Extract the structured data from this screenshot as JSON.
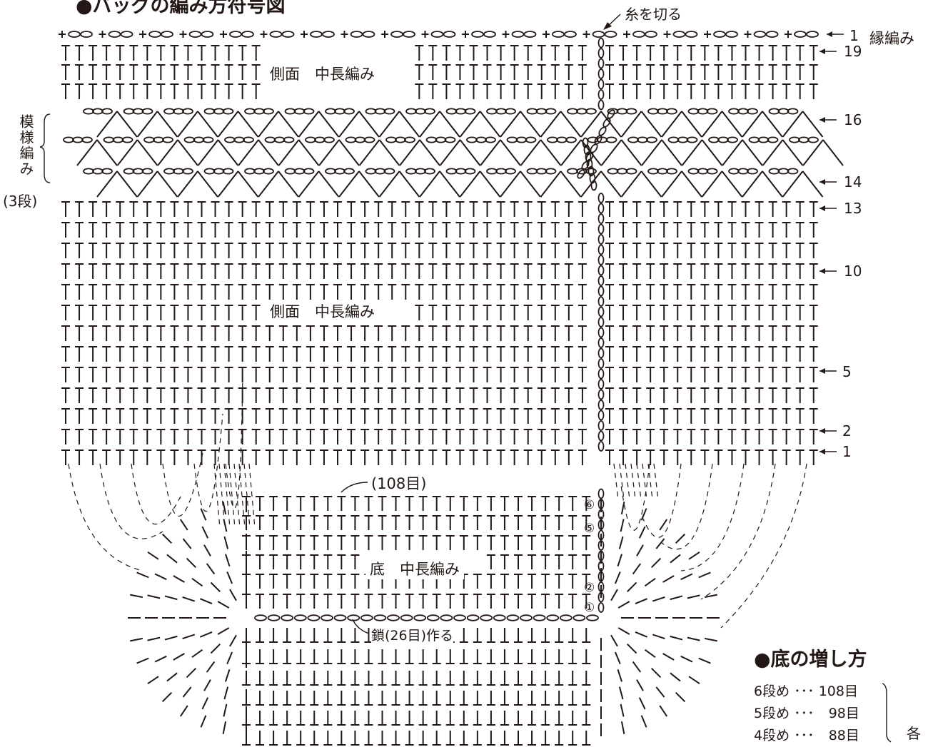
{
  "title": "●バッグの編み方符号図",
  "cut_yarn": "糸を切る",
  "edge": {
    "row": "1",
    "label": "縁編み"
  },
  "side_labels": [
    "側面　中長編み",
    "側面　中長編み"
  ],
  "pattern_label": {
    "vertical": "模様編み",
    "rows": "(3段)"
  },
  "row_numbers": [
    "19",
    "16",
    "14",
    "13",
    "10",
    "5",
    "2",
    "1"
  ],
  "bottom": {
    "label": "底　中長編み",
    "stitch_count": "(108目)",
    "foundation": "鎖(26目)作る",
    "circled_rows": [
      "⑥",
      "⑤",
      "②",
      "①"
    ]
  },
  "increase": {
    "title": "●底の増し方",
    "rows": [
      {
        "row": "6段め",
        "dots": "･･･",
        "count": "108目"
      },
      {
        "row": "5段め",
        "dots": "･･･",
        "count": "98目"
      },
      {
        "row": "4段め",
        "dots": "･･･",
        "count": "88目"
      }
    ],
    "note": "各"
  }
}
